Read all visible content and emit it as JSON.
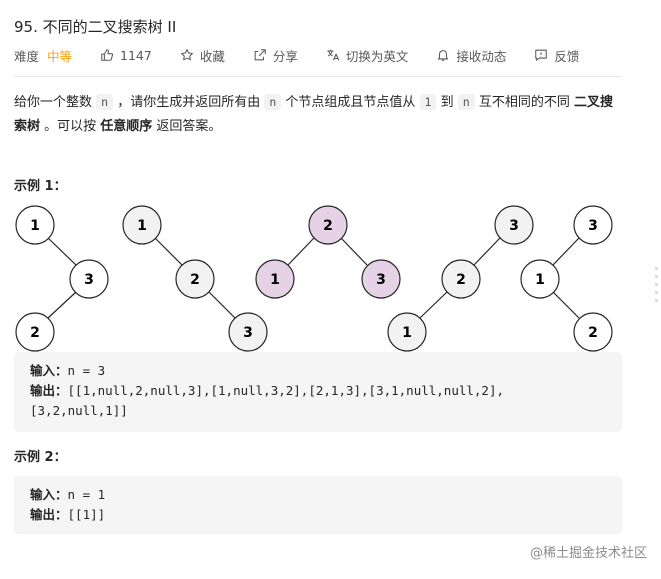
{
  "problem": {
    "title": "95. 不同的二叉搜索树 II",
    "difficulty_label": "难度",
    "difficulty_value": "中等",
    "likes": "1147",
    "favorite_label": "收藏",
    "share_label": "分享",
    "translate_label": "切换为英文",
    "notify_label": "接收动态",
    "feedback_label": "反馈"
  },
  "description": {
    "p1": "给你一个整数 ",
    "c_n": "n",
    "p2": " ，请你生成并返回所有由 ",
    "c_n2": "n",
    "p3": " 个节点组成且节点值从 ",
    "c_1": "1",
    "p4": " 到 ",
    "c_n3": "n",
    "p5": " 互不相同的不同 ",
    "b1": "二叉搜索树",
    "p6": " 。可以按 ",
    "b2": "任意顺序",
    "p7": " 返回答案。"
  },
  "example1": {
    "title": "示例 1：",
    "input_label": "输入：",
    "input_value": "n = 3",
    "output_label": "输出：",
    "output_line1": "[[1,null,2,null,3],[1,null,3,2],[2,1,3],[3,1,null,null,2],",
    "output_line2": "[3,2,null,1]]"
  },
  "example2": {
    "title": "示例 2：",
    "input_label": "输入：",
    "input_value": "n = 1",
    "output_label": "输出：",
    "output_value": "[[1]]"
  },
  "trees": {
    "t1": [
      "1",
      "3",
      "2"
    ],
    "t2": [
      "1",
      "2",
      "3"
    ],
    "t3": [
      "2",
      "1",
      "3"
    ],
    "t4": [
      "3",
      "2",
      "1"
    ],
    "t5": [
      "3",
      "1",
      "2"
    ]
  },
  "colors": {
    "accent": "#ffa116",
    "node_highlight": "#e6d2e6",
    "node_light": "#f2f2f2"
  },
  "watermark": "@稀土掘金技术社区"
}
